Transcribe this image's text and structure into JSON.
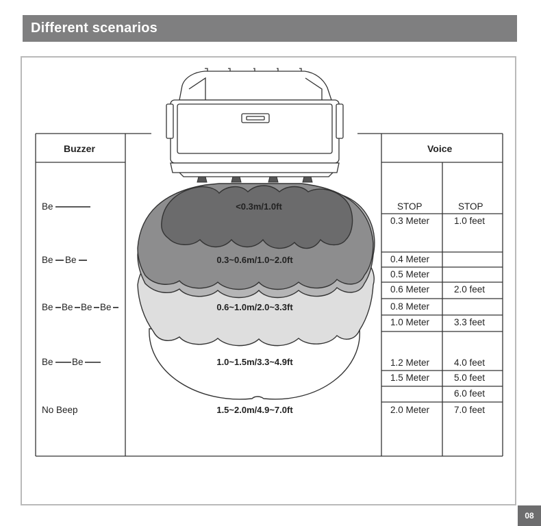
{
  "section_title": "Different scenarios",
  "page_number": "08",
  "table": {
    "buzzer_header": "Buzzer",
    "voice_header": "Voice"
  },
  "buzzer": {
    "pattern_1": "Be",
    "pattern_2a": "Be",
    "pattern_2b": "Be",
    "pattern_3a": "Be",
    "pattern_3b": "Be",
    "pattern_3c": "Be",
    "pattern_3d": "Be",
    "pattern_4a": "Be",
    "pattern_4b": "Be",
    "no_beep": "No Beep"
  },
  "zones": [
    {
      "label": "<0.3m/1.0ft",
      "fill": "#6b6b6c"
    },
    {
      "label": "0.3~0.6m/1.0~2.0ft",
      "fill": "#8d8d8e"
    },
    {
      "label": "0.6~1.0m/2.0~3.3ft",
      "fill": "#b5b5b6"
    },
    {
      "label": "1.0~1.5m/3.3~4.9ft",
      "fill": "#dedede"
    },
    {
      "label": "1.5~2.0m/4.9~7.0ft",
      "fill": "#ffffff"
    }
  ],
  "voice": {
    "stop_meter": "STOP",
    "stop_feet": "STOP",
    "rows": [
      {
        "meter": "0.3 Meter",
        "feet": "1.0 feet"
      },
      {
        "meter": "0.4 Meter",
        "feet": ""
      },
      {
        "meter": "0.5 Meter",
        "feet": ""
      },
      {
        "meter": "0.6 Meter",
        "feet": "2.0 feet"
      },
      {
        "meter": "0.8 Meter",
        "feet": ""
      },
      {
        "meter": "1.0 Meter",
        "feet": "3.3 feet"
      },
      {
        "meter": "1.2 Meter",
        "feet": "4.0 feet"
      },
      {
        "meter": "1.5 Meter",
        "feet": "5.0 feet"
      },
      {
        "meter": "",
        "feet": "6.0 feet"
      },
      {
        "meter": "2.0 Meter",
        "feet": "7.0 feet"
      }
    ]
  }
}
